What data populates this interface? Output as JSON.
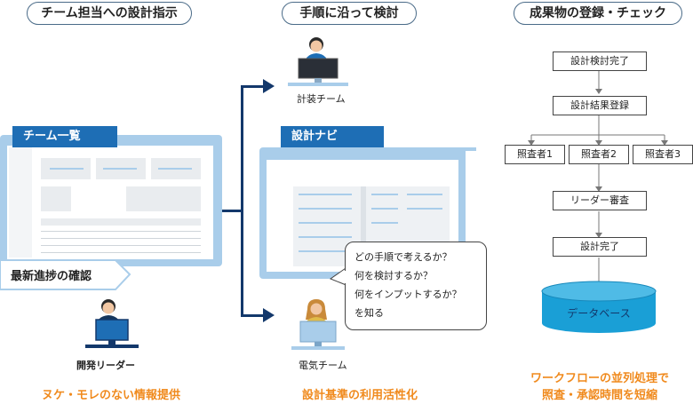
{
  "headers": {
    "col1": "チーム担当への設計指示",
    "col2": "手順に沿って検討",
    "col3": "成果物の登録・チェック"
  },
  "left": {
    "window_tab": "チーム一覧",
    "progress_callout": "最新進捗の確認",
    "person_label": "開発リーダー",
    "caption": "ヌケ・モレのない情報提供"
  },
  "middle": {
    "top_person_label": "計装チーム",
    "window_tab": "設計ナビ",
    "bubble_lines": [
      "どの手順で考えるか？",
      "何を検討するか？",
      "何をインプットするか？",
      "を知る"
    ],
    "bottom_person_label": "電気チーム",
    "caption": "設計基準の利用活性化"
  },
  "right": {
    "steps": [
      "設計検討完了",
      "設計結果登録"
    ],
    "reviewers": [
      "照査者1",
      "照査者2",
      "照査者3"
    ],
    "steps2": [
      "リーダー審査",
      "設計完了"
    ],
    "database": "データベース",
    "caption_line1": "ワークフローの並列処理で",
    "caption_line2": "照査・承認時間を短縮"
  },
  "colors": {
    "accent_blue": "#1e6eb5",
    "light_blue": "#a9cdea",
    "navy": "#13386b",
    "orange": "#f08a1d",
    "db_teal": "#1a9fd6"
  },
  "icons": [
    "person-at-computer-icon",
    "arrow-right-icon",
    "database-icon"
  ]
}
